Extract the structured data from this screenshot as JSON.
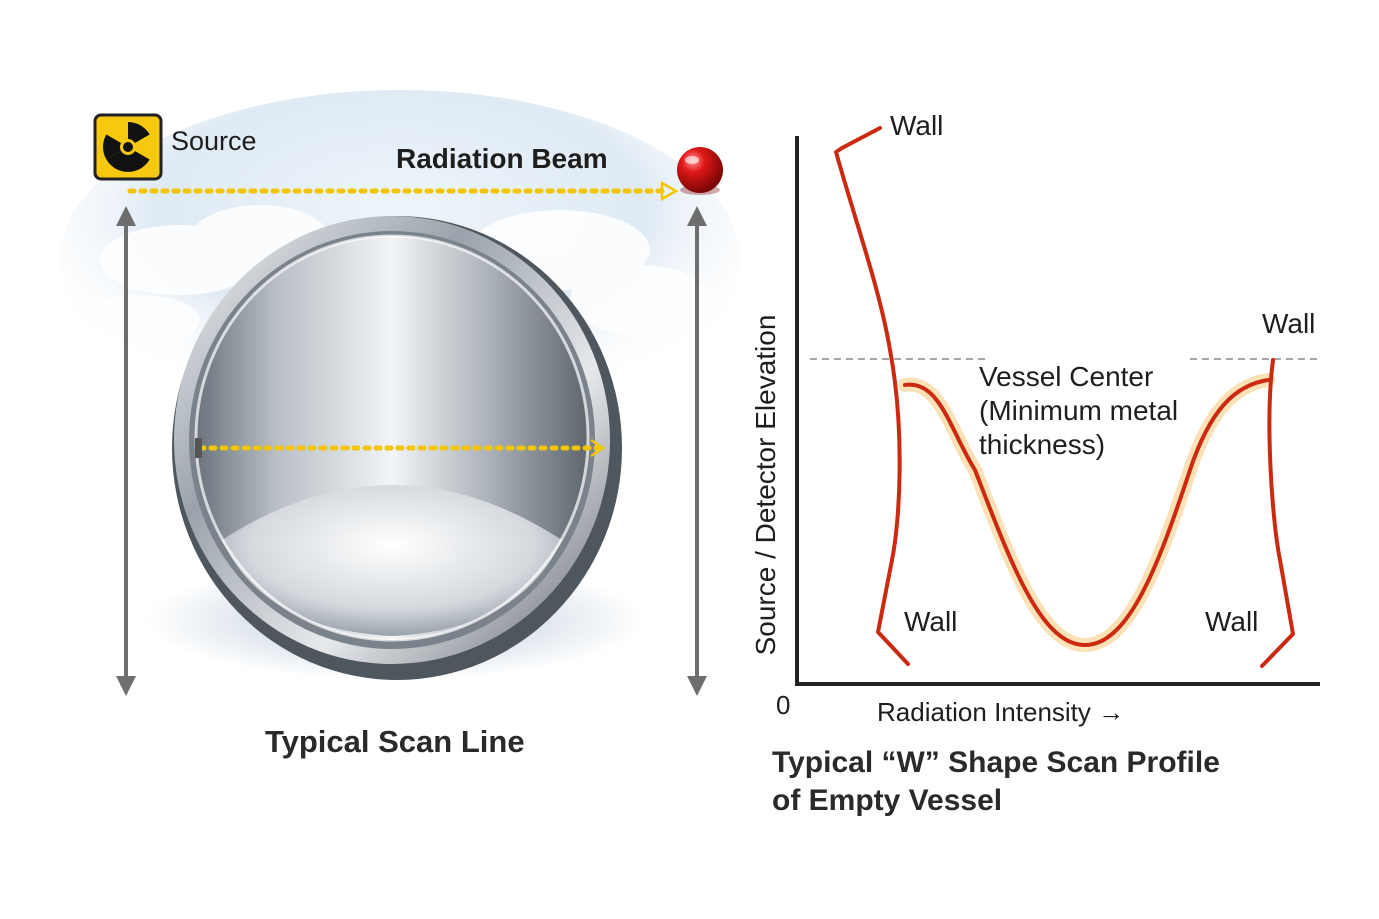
{
  "left_panel": {
    "source_label": "Source",
    "beam_label": "Radiation Beam",
    "caption": "Typical Scan Line",
    "icons": {
      "source": "radiation-trefoil-icon",
      "detector": "red-ball-detector-icon"
    },
    "colors": {
      "beam": "#f2c500",
      "arrow": "#6e6e6e"
    }
  },
  "right_panel": {
    "y_axis_label": "Source / Detector Elevation",
    "x_axis_label": "Radiation Intensity →",
    "origin_label": "0",
    "wall_labels": [
      "Wall",
      "Wall",
      "Wall",
      "Wall"
    ],
    "center_label": [
      "Vessel Center",
      "(Minimum metal",
      "thickness)"
    ],
    "caption_line1": "Typical “W” Shape Scan Profile",
    "caption_line2": "of Empty Vessel",
    "colors": {
      "profile": "#cc2a10",
      "axis": "#222222"
    }
  }
}
